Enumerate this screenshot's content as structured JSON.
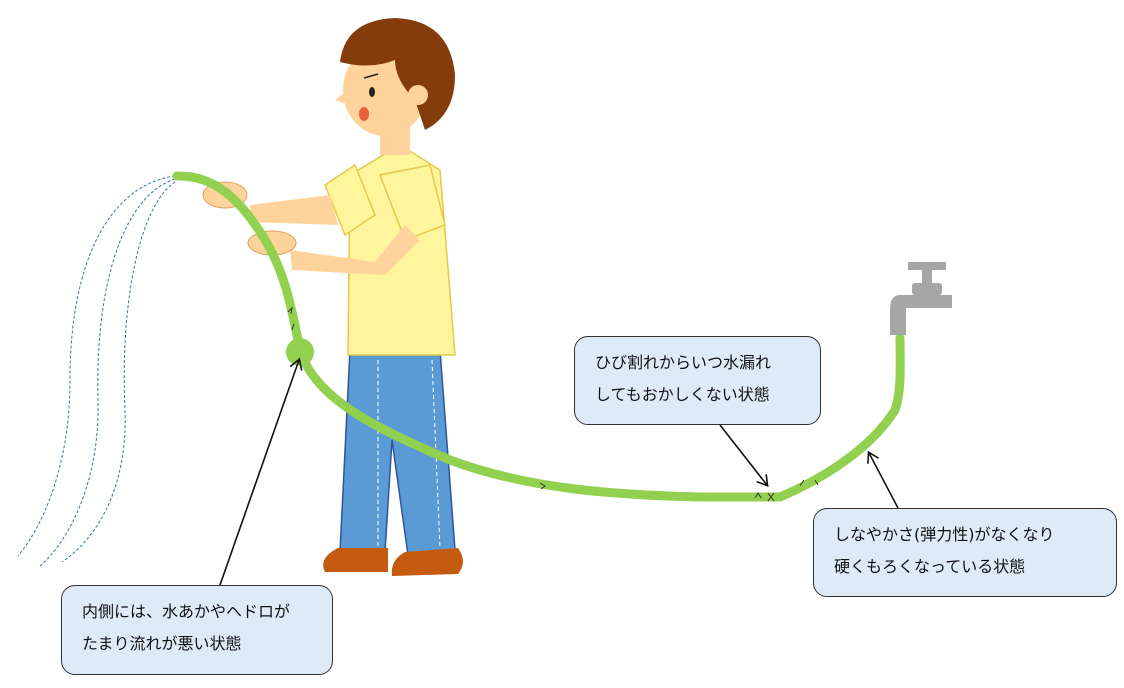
{
  "colors": {
    "hose": "#92d050",
    "callout_fill": "#deebf7",
    "hair": "#843c0c",
    "skin": "#ffd39b",
    "shirt": "#fff59d",
    "jeans": "#5b9bd5",
    "shoes": "#c55a11",
    "faucet": "#a6a6a6"
  },
  "callouts": {
    "crack": {
      "lines": [
        "ひび割れからいつ水漏れ",
        "してもおかしくない状態"
      ]
    },
    "elasticity": {
      "lines": [
        "しなやかさ(弾力性)がなくなり",
        "硬くもろくなっている状態"
      ]
    },
    "inside": {
      "lines": [
        "内側には、水あかやヘドロが",
        "たまり流れが悪い状態"
      ]
    }
  }
}
